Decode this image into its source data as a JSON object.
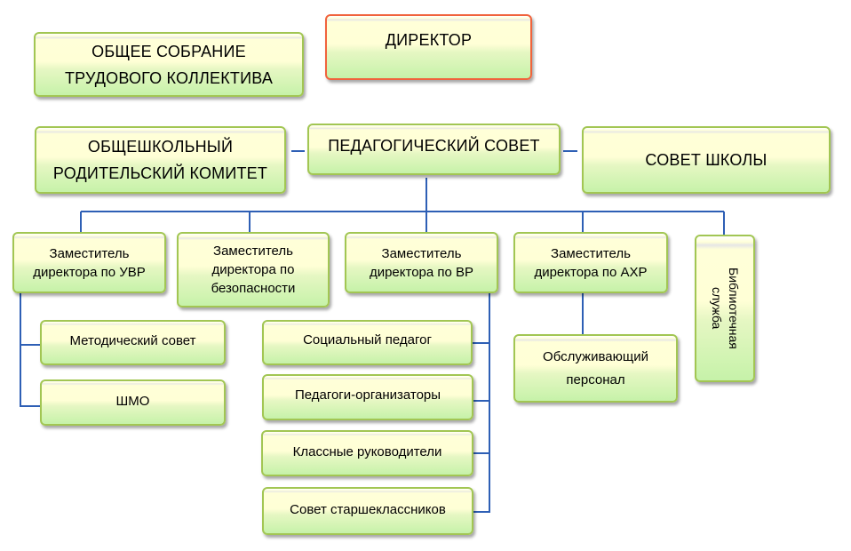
{
  "boxes": {
    "director": "ДИРЕКТОР",
    "general_meeting": [
      "ОБЩЕЕ СОБРАНИЕ",
      "ТРУДОВОГО КОЛЛЕКТИВА"
    ],
    "parent_committee": [
      "ОБЩЕШКОЛЬНЫЙ",
      "РОДИТЕЛЬСКИЙ КОМИТЕТ"
    ],
    "pedagogical_council": "ПЕДАГОГИЧЕСКИЙ СОВЕТ",
    "school_council": "СОВЕТ ШКОЛЫ",
    "deputy_uvr": [
      "Заместитель",
      "директора по УВР"
    ],
    "deputy_safety": [
      "Заместитель",
      "директора по",
      "безопасности"
    ],
    "deputy_vr": [
      "Заместитель",
      "директора по ВР"
    ],
    "deputy_ahr": [
      "Заместитель",
      "директора по АХР"
    ],
    "library_service": [
      "Библиотечная",
      "служба"
    ],
    "methodical_council": "Методический совет",
    "shmo": "ШМО",
    "social_pedagogue": "Социальный педагог",
    "teacher_organizers": "Педагоги-организаторы",
    "class_teachers": "Классные руководители",
    "senior_council": "Совет старшеклассников",
    "service_staff": [
      "Обслуживающий",
      "персонал"
    ]
  },
  "colors": {
    "connector": "#2e5fb5",
    "box_border": "#a2c653",
    "director_border": "#f0633d",
    "box_fill_top": "#ffffd6",
    "box_fill_bottom": "#c6f2a9"
  }
}
